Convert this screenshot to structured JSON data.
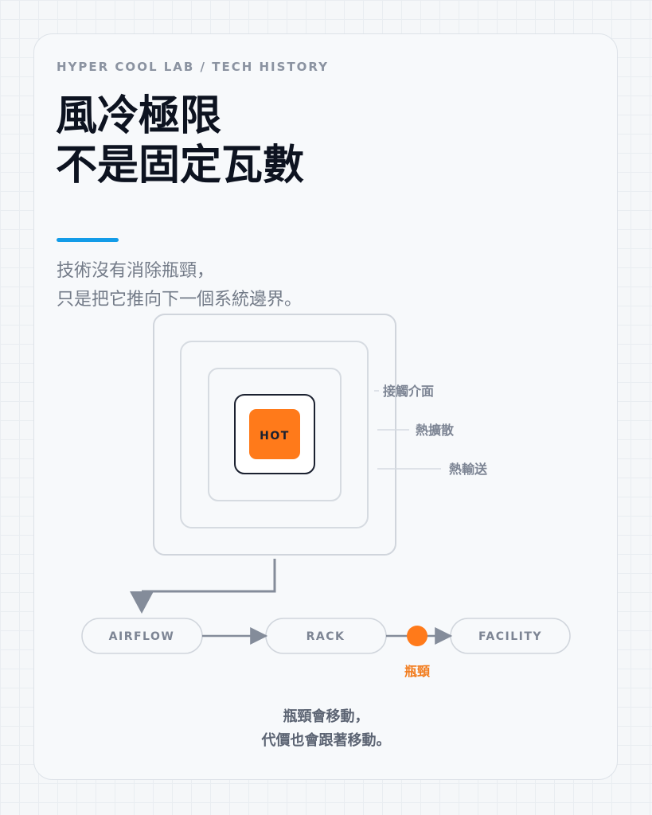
{
  "header": {
    "kicker": "HYPER COOL LAB / TECH HISTORY",
    "title_lines": [
      "風冷極限",
      "不是固定瓦數"
    ],
    "accent_color": "#139ce8"
  },
  "subtitle_lines": [
    "技術沒有消除瓶頸，",
    "只是把它推向下一個系統邊界。"
  ],
  "diagram": {
    "core_label": "HOT",
    "core_color": "#ff7a1a",
    "layers": [
      {
        "label": "接觸介面"
      },
      {
        "label": "熱擴散"
      },
      {
        "label": "熱輸送"
      }
    ],
    "flow": {
      "nodes": [
        "AIRFLOW",
        "RACK",
        "FACILITY"
      ],
      "bottleneck_label": "瓶頸",
      "bottleneck_color": "#ff7a1a"
    }
  },
  "closing_lines": [
    "瓶頸會移動，",
    "代價也會跟著移動。"
  ]
}
